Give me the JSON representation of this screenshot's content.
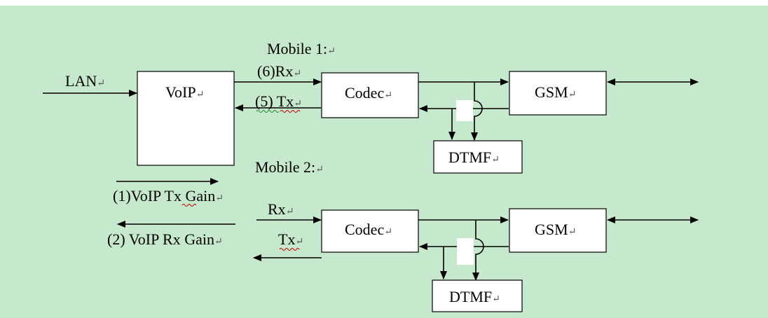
{
  "colors": {
    "background": "#c6e8cc",
    "page": "#ffffff",
    "box_fill": "#ffffff",
    "line": "#000000",
    "spell_mark": "#c00000"
  },
  "paragraph_mark": "↵",
  "labels": {
    "lan": "LAN",
    "voip": "VoIP",
    "mobile1": "Mobile 1:",
    "mobile2": "Mobile 2:",
    "rx6": "(6)Rx",
    "tx5": "(5) Tx",
    "voip_tx_gain": "(1)VoIP Tx Gain",
    "voip_rx_gain": "(2) VoIP Rx Gain",
    "rx": "Rx",
    "tx": "Tx"
  },
  "blocks": {
    "codec1": "Codec",
    "gsm1": "GSM",
    "dtmf1": "DTMF",
    "codec2": "Codec",
    "gsm2": "GSM",
    "dtmf2": "DTMF"
  }
}
